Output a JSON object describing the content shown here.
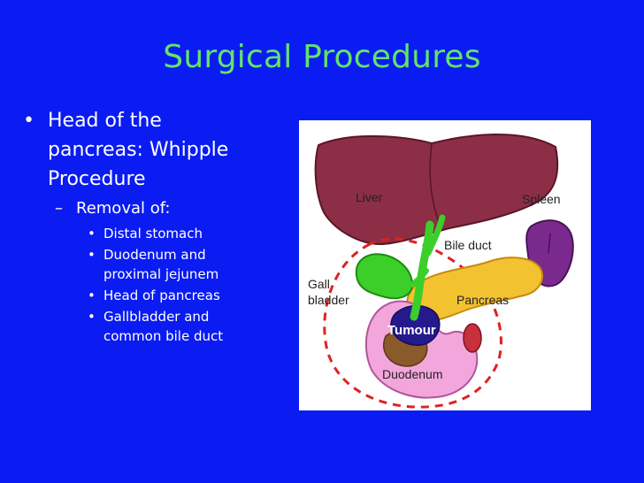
{
  "slide": {
    "title": "Surgical Procedures",
    "bullet": {
      "text_line1": "Head of the",
      "text_line2": "pancreas: Whipple",
      "text_line3": "Procedure",
      "sub": {
        "label": "Removal of:",
        "items": [
          {
            "line1": "Distal stomach",
            "line2": ""
          },
          {
            "line1": "Duodenum and",
            "line2": "proximal jejunem"
          },
          {
            "line1": "Head of pancreas",
            "line2": ""
          },
          {
            "line1": "Gallbladder and",
            "line2": "common bile duct"
          }
        ]
      }
    }
  },
  "diagram": {
    "labels": {
      "liver": "Liver",
      "spleen": "Spleen",
      "bile_duct": "Bile duct",
      "gall_line1": "Gall",
      "gall_line2": "bladder",
      "pancreas": "Pancreas",
      "tumour": "Tumour",
      "duodenum": "Duodenum"
    }
  },
  "colors": {
    "background": "#0a1cf2",
    "title": "#63e36b",
    "text": "#ffffff"
  }
}
